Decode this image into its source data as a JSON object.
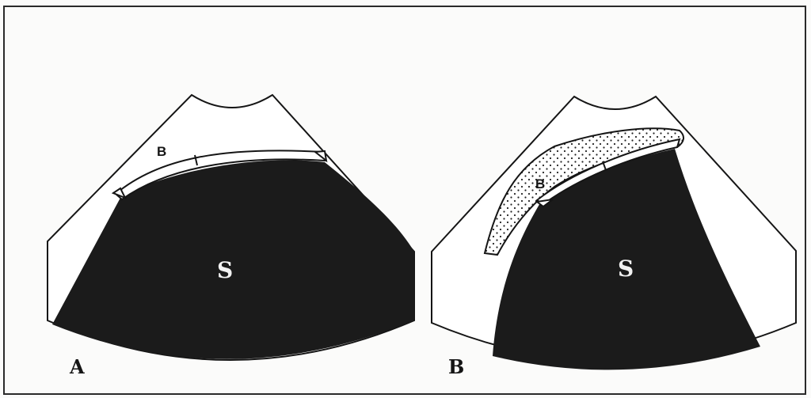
{
  "figure": {
    "panels": [
      {
        "id": "A",
        "panel_label": "A",
        "mass_label": "S",
        "structure_label": "B"
      },
      {
        "id": "B",
        "panel_label": "B",
        "mass_label": "S",
        "structure_label": "B"
      }
    ]
  },
  "colors": {
    "background": "#fbfbfa",
    "ink": "#151515",
    "mass_fill": "#1b1b1b",
    "mass_text": "#f2f2f2"
  }
}
